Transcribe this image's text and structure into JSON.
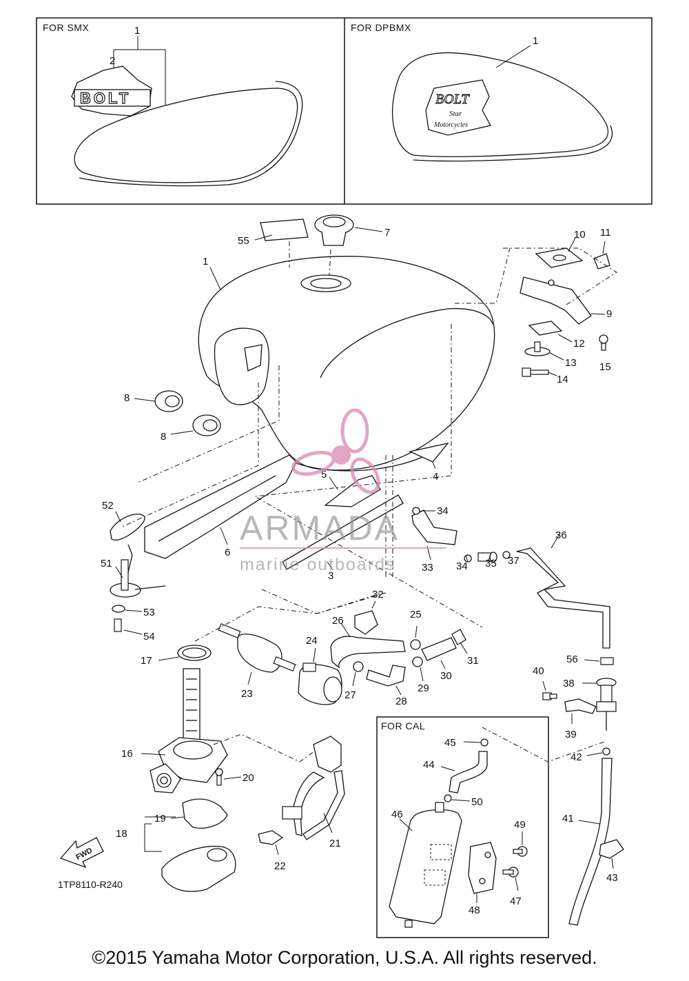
{
  "boxes": {
    "smx_label": "FOR SMX",
    "dpbmx_label": "FOR DPBMX",
    "cal_label": "FOR CAL"
  },
  "emblems": {
    "smx_text": "BOLT",
    "dpbmx_line1": "BOLT",
    "dpbmx_line2": "Star",
    "dpbmx_line3": "Motorcycles"
  },
  "fwd_label": "FWD",
  "diagram_code": "1TP8110-R240",
  "watermark": {
    "brand": "ARMADA",
    "tagline": "marine outboards"
  },
  "copyright": "©2015 Yamaha Motor Corporation, U.S.A. All rights reserved.",
  "callouts": {
    "c1a": "1",
    "c2": "2",
    "c1b": "1",
    "c1c": "1",
    "c55": "55",
    "c7": "7",
    "c10": "10",
    "c11": "11",
    "c9": "9",
    "c12": "12",
    "c15": "15",
    "c13": "13",
    "c14": "14",
    "c8a": "8",
    "c8b": "8",
    "c5": "5",
    "c4": "4",
    "c52": "52",
    "c6": "6",
    "c34a": "34",
    "c36": "36",
    "c33": "33",
    "c34b": "34",
    "c35": "35",
    "c37": "37",
    "c3": "3",
    "c51": "51",
    "c53": "53",
    "c54": "54",
    "c32": "32",
    "c25": "25",
    "c26": "26",
    "c31": "31",
    "c17": "17",
    "c24": "24",
    "c23": "23",
    "c27": "27",
    "c28": "28",
    "c29": "29",
    "c30": "30",
    "c56": "56",
    "c40": "40",
    "c38": "38",
    "c39": "39",
    "c16": "16",
    "c20": "20",
    "c45": "45",
    "c44": "44",
    "c42": "42",
    "c50": "50",
    "c46": "46",
    "c49": "49",
    "c41": "41",
    "c19": "19",
    "c18": "18",
    "c22": "22",
    "c21": "21",
    "c48": "48",
    "c47": "47",
    "c43": "43"
  }
}
